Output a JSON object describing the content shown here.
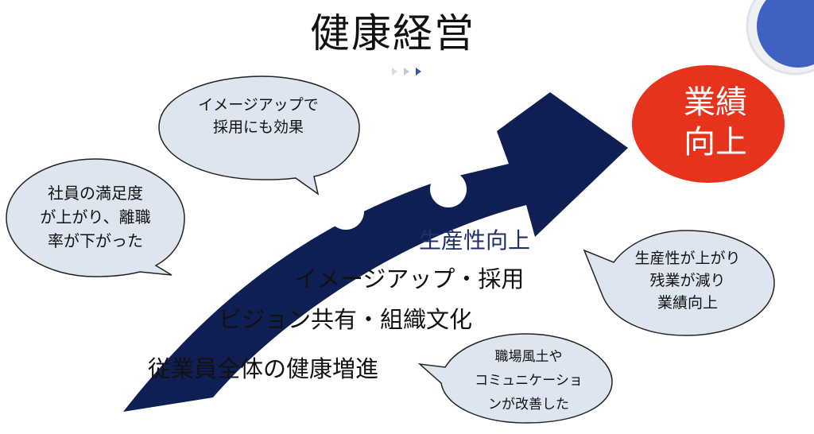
{
  "slide": {
    "title": "健康経営",
    "colors": {
      "arrow": "#0f1f54",
      "circle_fill": "#ffffff",
      "goal_fill": "#e8331c",
      "bubble_fill": "#dde5f0",
      "bubble_stroke": "#232323",
      "accent_text": "#1f2f6b",
      "deco_blue": "#3f62c2"
    }
  },
  "steps": [
    {
      "label": "生産性向上"
    },
    {
      "label": "イメージアップ・採用"
    },
    {
      "label": "ビジョン共有・組織文化"
    },
    {
      "label": "従業員全体の健康増進"
    }
  ],
  "goal": {
    "line1": "業績",
    "line2": "向上"
  },
  "bubbles": [
    {
      "lines": [
        "イメージアップで",
        "採用にも効果"
      ]
    },
    {
      "lines": [
        "社員の満足度",
        "が上がり、離職",
        "率が下がった"
      ]
    },
    {
      "lines": [
        "生産性が上がり",
        "残業が減り",
        "業績向上"
      ]
    },
    {
      "lines": [
        "職場風土や",
        "コミュニケーショ",
        "ンが改善した"
      ]
    }
  ]
}
